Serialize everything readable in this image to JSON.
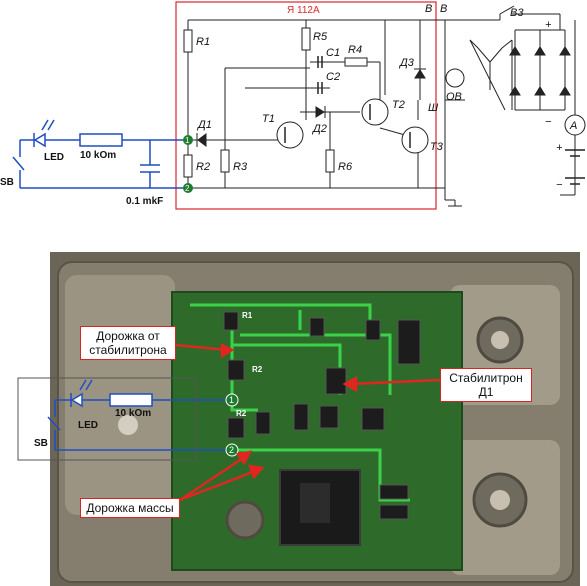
{
  "schematic": {
    "block_title": "Я 112А",
    "terminal_b1": "В",
    "terminal_b2": "В",
    "terminal_sh": "Ш",
    "switch_label": "В3",
    "field_winding_label": "ОВ",
    "meter_label": "А",
    "plus_sign": "+",
    "minus_sign": "−",
    "components": {
      "r1": "R1",
      "r2": "R2",
      "r3": "R3",
      "r4": "R4",
      "r5": "R5",
      "r6": "R6",
      "c1": "С1",
      "c2": "С2",
      "d1": "Д1",
      "d2": "Д2",
      "d3": "Д3",
      "t1": "Т1",
      "t2": "Т2",
      "t3": "Т3"
    },
    "external": {
      "led_label": "LED",
      "resistor_label": "10 kOm",
      "capacitor_label": "0.1 mkF",
      "switch_label": "SB",
      "node1": "1",
      "node2": "2"
    }
  },
  "photo": {
    "callouts": {
      "zener_track": "Дорожка от стабилитрона",
      "zener": "Стабилитрон Д1",
      "ground_track": "Дорожка массы"
    },
    "overlay": {
      "led_label": "LED",
      "resistor_label": "10 kOm",
      "switch_label": "SB",
      "node1": "1",
      "node2": "2"
    },
    "pcb_marks": {
      "r1": "R1",
      "r2a": "R2",
      "r2b": "R2"
    }
  },
  "colors": {
    "schematic_box": "#d9262b",
    "external_wires": "#1f4fc1",
    "node_dot": "#1e7a2c",
    "pcb_track": "#3bd24a",
    "pcb_board": "#2e6b2b",
    "callout_arrow": "#e0261f"
  }
}
